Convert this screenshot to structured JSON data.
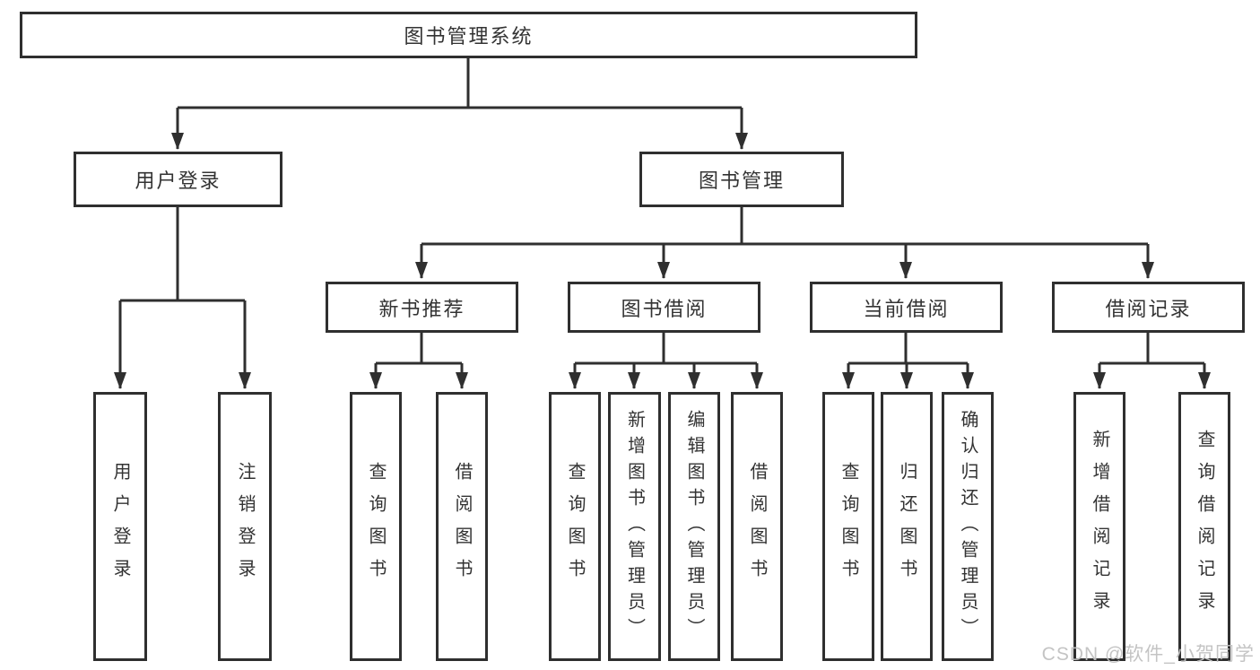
{
  "tree": {
    "root": {
      "label": "图书管理系统"
    },
    "branches": [
      {
        "label": "用户登录",
        "children": [
          {
            "label": "用户登录"
          },
          {
            "label": "注销登录"
          }
        ]
      },
      {
        "label": "图书管理",
        "sections": [
          {
            "label": "新书推荐",
            "children": [
              {
                "label": "查询图书"
              },
              {
                "label": "借阅图书"
              }
            ]
          },
          {
            "label": "图书借阅",
            "children": [
              {
                "label": "查询图书"
              },
              {
                "label": "新增图书（管理员）"
              },
              {
                "label": "编辑图书（管理员）"
              },
              {
                "label": "借阅图书"
              }
            ]
          },
          {
            "label": "当前借阅",
            "children": [
              {
                "label": "查询图书"
              },
              {
                "label": "归还图书"
              },
              {
                "label": "确认归还（管理员）"
              }
            ]
          },
          {
            "label": "借阅记录",
            "children": [
              {
                "label": "新增借阅记录"
              },
              {
                "label": "查询借阅记录"
              }
            ]
          }
        ]
      }
    ]
  },
  "colors": {
    "line": "#2f2f2f",
    "text": "#333333",
    "watermark": "#c1c1c1",
    "background": "#ffffff"
  },
  "watermark": "CSDN @软件_小贺同学"
}
